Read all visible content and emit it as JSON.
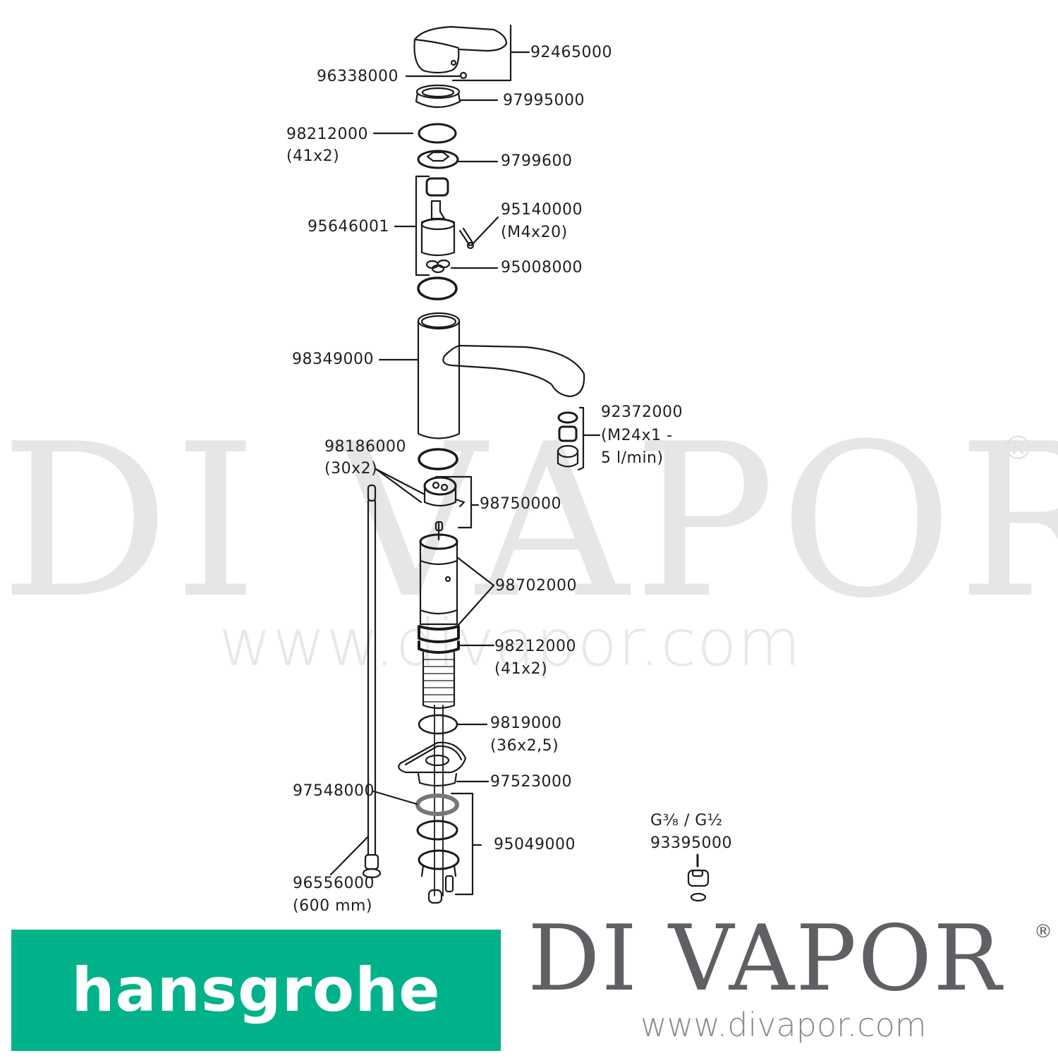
{
  "watermark": {
    "brand": "DI VAPOR",
    "registered": "®",
    "url": "www.divapor.com"
  },
  "diagram": {
    "title": "Hansgrohe kitchen mixer exploded parts view",
    "parts": [
      {
        "id": "p1",
        "number": "92465000",
        "spec": "",
        "component": "lever handle"
      },
      {
        "id": "p2",
        "number": "96338000",
        "spec": "",
        "component": "grub screw"
      },
      {
        "id": "p3",
        "number": "97995000",
        "spec": "",
        "component": "cover cap"
      },
      {
        "id": "p4",
        "number": "98212000",
        "spec": "(41x2)",
        "component": "o-ring"
      },
      {
        "id": "p5",
        "number": "9799600",
        "spec": "",
        "component": "threaded nut"
      },
      {
        "id": "p6",
        "number": "95646001",
        "spec": "",
        "component": "cartridge"
      },
      {
        "id": "p7",
        "number": "95140000",
        "spec": "(M4x20)",
        "component": "screw"
      },
      {
        "id": "p8",
        "number": "95008000",
        "spec": "",
        "component": "seals"
      },
      {
        "id": "p9",
        "number": "98349000",
        "spec": "",
        "component": "spout body"
      },
      {
        "id": "p10",
        "number": "92372000",
        "spec": "(M24x1 -\n5 l/min)",
        "component": "aerator"
      },
      {
        "id": "p11",
        "number": "98186000",
        "spec": "(30x2)",
        "component": "o-ring"
      },
      {
        "id": "p12",
        "number": "98750000",
        "spec": "",
        "component": "diverter insert"
      },
      {
        "id": "p13",
        "number": "98702000",
        "spec": "",
        "component": "mounting sleeve"
      },
      {
        "id": "p14",
        "number": "98212000",
        "spec": "(41x2)",
        "component": "o-ring"
      },
      {
        "id": "p15",
        "number": "9819000",
        "spec": "(36x2,5)",
        "component": "o-ring"
      },
      {
        "id": "p16",
        "number": "97523000",
        "spec": "",
        "component": "base plate"
      },
      {
        "id": "p17",
        "number": "97548000",
        "spec": "",
        "component": "gasket"
      },
      {
        "id": "p18",
        "number": "95049000",
        "spec": "",
        "component": "fixing set"
      },
      {
        "id": "p19",
        "number": "96556000",
        "spec": "(600 mm)",
        "component": "flexible hose"
      },
      {
        "id": "p20",
        "number": "93395000",
        "spec": "G³⁄₈ / G½",
        "component": "adapter"
      }
    ]
  },
  "logos": {
    "hansgrohe": {
      "text": "hansgrohe",
      "bg_color": "#00b28a",
      "text_color": "#ffffff"
    },
    "divapor": {
      "text": "DI VAPOR",
      "registered": "®",
      "url": "www.divapor.com",
      "color": "#5f6064"
    }
  }
}
